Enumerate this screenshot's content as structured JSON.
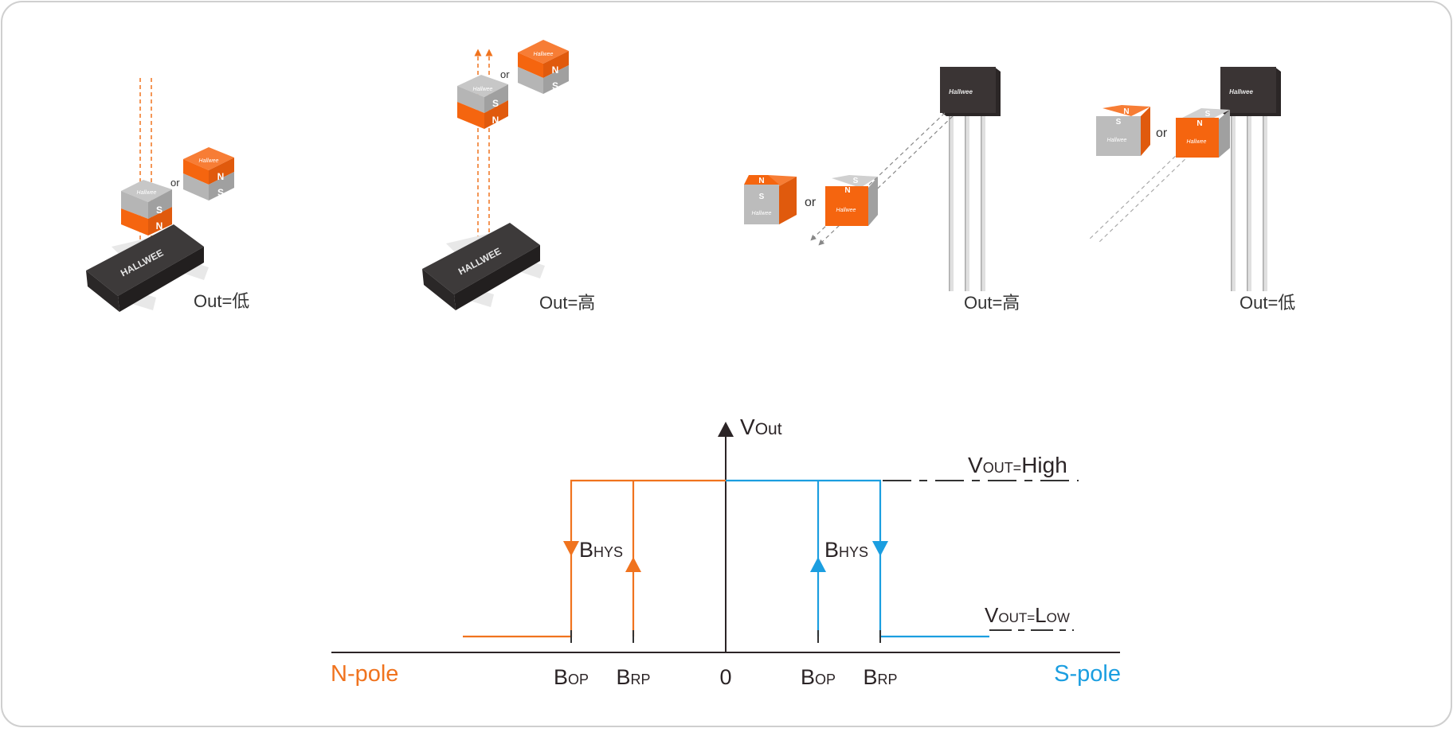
{
  "colors": {
    "frame": "#cfcfcf",
    "n_pole": "#f0731e",
    "s_pole": "#1b9ee0",
    "axis": "#2b2426",
    "magnet_orange": "#f5650f",
    "magnet_gray": "#a9a9a9",
    "chip": "#3d3a3a"
  },
  "scenes": [
    {
      "id": "sot23-n-approach",
      "output_label": "Out=低",
      "or_label": "or",
      "chip_brand": "HALLWEE",
      "magnet_top_letter": "S",
      "magnet_bottom_letter": "N",
      "alt_magnet_top_letter": "N",
      "alt_magnet_bottom_letter": "S",
      "magnet_brand": "Hallwee"
    },
    {
      "id": "sot23-n-leave",
      "output_label": "Out=高",
      "or_label": "or",
      "chip_brand": "HALLWEE",
      "magnet_top_letter": "S",
      "magnet_bottom_letter": "N",
      "alt_magnet_top_letter": "N",
      "alt_magnet_bottom_letter": "S",
      "magnet_brand": "Hallwee"
    },
    {
      "id": "to92-leave",
      "output_label": "Out=高",
      "or_label": "or",
      "chip_brand": "Hallwee",
      "magnet_top_letter": "N",
      "magnet_bottom_letter": "S",
      "alt_magnet_top_letter": "S",
      "alt_magnet_bottom_letter": "N",
      "magnet_brand": "Hallwee"
    },
    {
      "id": "to92-approach",
      "output_label": "Out=低",
      "or_label": "or",
      "chip_brand": "Hallwee",
      "magnet_top_letter": "N",
      "magnet_bottom_letter": "S",
      "alt_magnet_top_letter": "S",
      "alt_magnet_bottom_letter": "N",
      "magnet_brand": "Hallwee"
    }
  ],
  "graph": {
    "y_axis_label": {
      "main": "V",
      "sub": "Out"
    },
    "high_label": {
      "main": "V",
      "sub": "OUT=",
      "rest": "High"
    },
    "low_label": {
      "main": "V",
      "sub": "OUT=",
      "rest": "L",
      "rest_sub": "OW"
    },
    "left_end_label": "N-pole",
    "right_end_label": "S-pole",
    "origin_label": "0",
    "hys_label": {
      "main": "B",
      "sub": "HYS"
    },
    "ticks": [
      {
        "main": "B",
        "sub": "OP",
        "side": "n"
      },
      {
        "main": "B",
        "sub": "RP",
        "side": "n"
      },
      {
        "main": "B",
        "sub": "OP",
        "side": "s"
      },
      {
        "main": "B",
        "sub": "RP",
        "side": "s"
      }
    ]
  }
}
